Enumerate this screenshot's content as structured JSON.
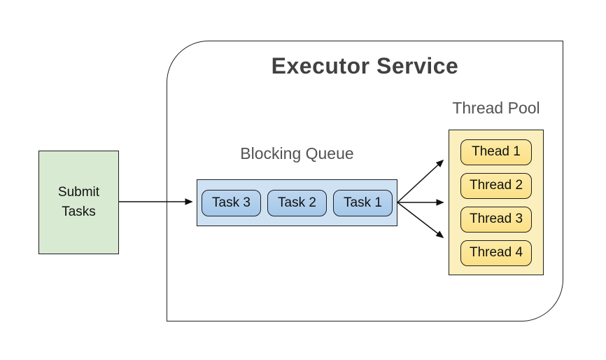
{
  "diagram": {
    "title": "Executor Service",
    "submit_box": {
      "label": "Submit\nTasks"
    },
    "blocking_queue": {
      "label": "Blocking Queue",
      "tasks": [
        "Task 3",
        "Task 2",
        "Task 1"
      ]
    },
    "thread_pool": {
      "label": "Thread Pool",
      "threads": [
        "Thead 1",
        "Thread 2",
        "Thread 3",
        "Thread 4"
      ]
    },
    "colors": {
      "submit_bg": "#d9ead3",
      "queue_bg": "#cfe2f3",
      "task_bg": "#a4c8e9",
      "pool_bg": "#fcefbe",
      "thread_bg": "#fbe085",
      "border": "#1f1f1f",
      "title_text": "#414141",
      "label_text": "#525252",
      "arrow": "#111111"
    }
  }
}
